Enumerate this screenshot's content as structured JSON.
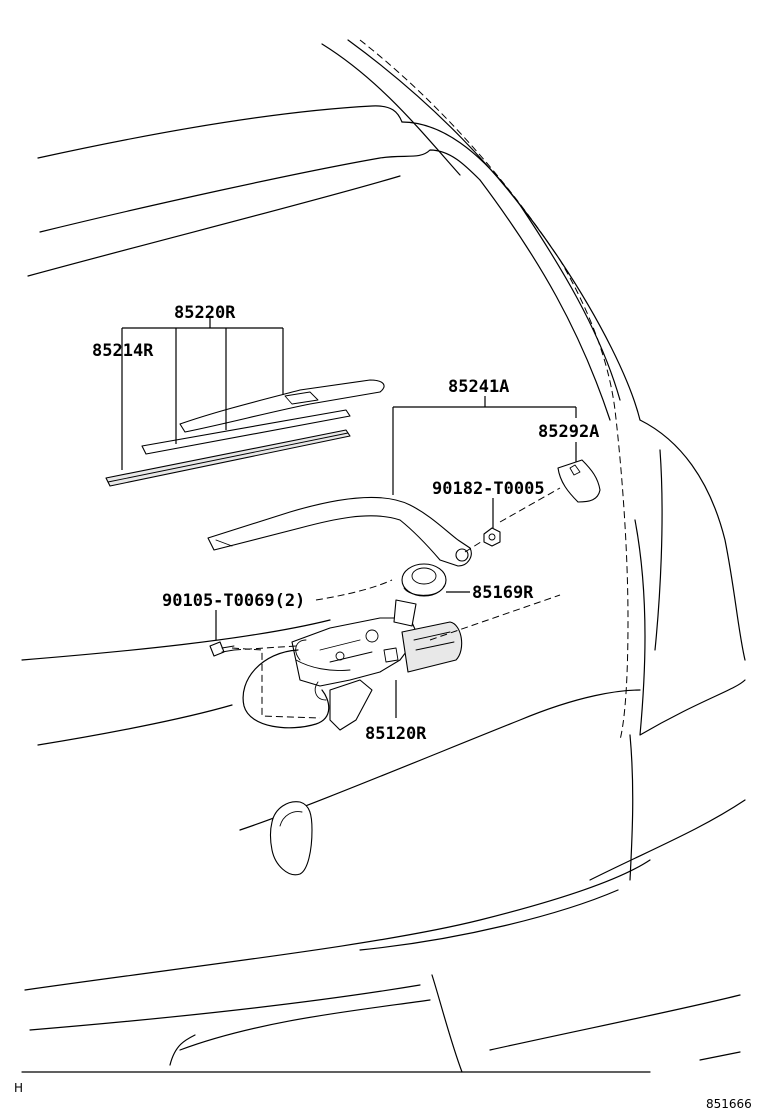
{
  "labels": {
    "wiper_blade_assy": "85220R",
    "wiper_blade_rubber": "85214R",
    "wiper_arm_assy": "85241A",
    "arm_head_cap": "85292A",
    "nut": "90182-T0005",
    "motor_bolt": "90105-T0069(2)",
    "pivot_seal": "85169R",
    "wiper_motor": "85120R"
  },
  "footer": {
    "left_code": "H",
    "diagram_code": "851666"
  }
}
